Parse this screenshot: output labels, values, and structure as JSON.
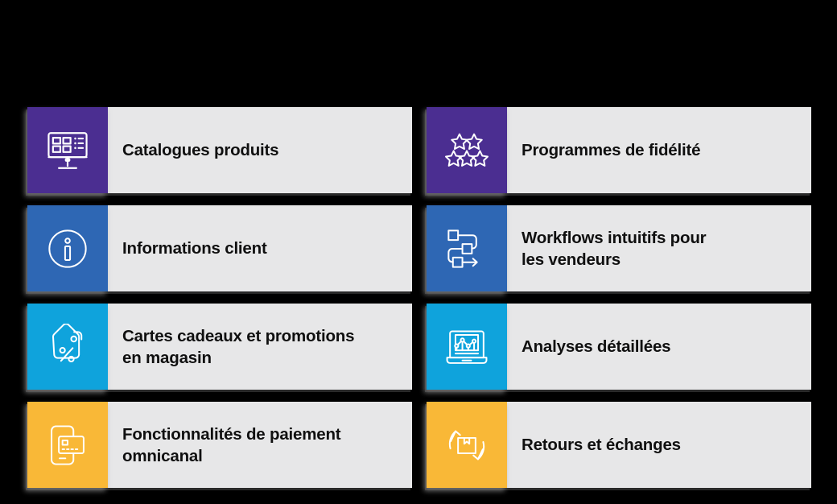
{
  "page": {
    "background_color": "#000000",
    "card_background_color": "#e7e7e8",
    "label_text_color": "#101010"
  },
  "palette": {
    "purple": "#4b2e91",
    "blue": "#2e67b4",
    "cyan": "#0fa3dc",
    "amber": "#f9b837",
    "icon_stroke": "#ffffff"
  },
  "cards": [
    {
      "label": "Catalogues produits",
      "icon": "product-catalog-monitor-icon",
      "color": "#4b2e91",
      "color_name": "purple",
      "column": "left",
      "row": 1
    },
    {
      "label": "Programmes de fidélité",
      "icon": "five-stars-icon",
      "color": "#4b2e91",
      "color_name": "purple",
      "column": "right",
      "row": 1
    },
    {
      "label": "Informations client",
      "icon": "info-circle-icon",
      "color": "#2e67b4",
      "color_name": "blue",
      "column": "left",
      "row": 2
    },
    {
      "label": "Workflows intuitifs pour\nles vendeurs",
      "icon": "workflow-diagram-icon",
      "color": "#2e67b4",
      "color_name": "blue",
      "column": "right",
      "row": 2
    },
    {
      "label": "Cartes cadeaux et promotions\nen magasin",
      "icon": "discount-tags-percent-icon",
      "color": "#0fa3dc",
      "color_name": "cyan",
      "column": "left",
      "row": 3
    },
    {
      "label": "Analyses détaillées",
      "icon": "laptop-analytics-chart-icon",
      "color": "#0fa3dc",
      "color_name": "cyan",
      "column": "right",
      "row": 3
    },
    {
      "label": "Fonctionnalités de paiement\nomnicanal",
      "icon": "mobile-payment-card-icon",
      "color": "#f9b837",
      "color_name": "amber",
      "column": "left",
      "row": 4
    },
    {
      "label": "Retours et échanges",
      "icon": "returns-exchange-box-icon",
      "color": "#f9b837",
      "color_name": "amber",
      "column": "right",
      "row": 4
    }
  ]
}
